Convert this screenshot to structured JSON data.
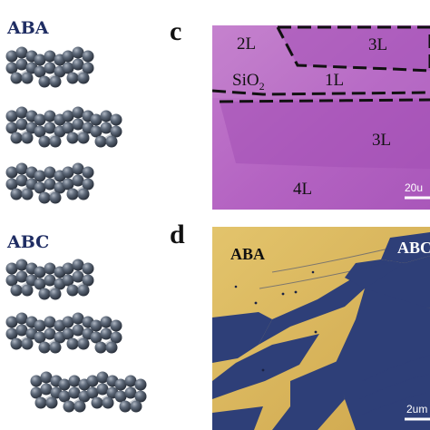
{
  "colors": {
    "title": "#1f2d63",
    "atom": "#4a5563",
    "bond": "#c8ccd2",
    "optical_bg": "#b866c4",
    "boundary": "#111111",
    "raman_gold": "#d8b65c",
    "raman_blue": "#2e3f78"
  },
  "left_panel": {
    "stack_aba_label": "ABA",
    "stack_abc_label": "ABC"
  },
  "panel_c": {
    "letter": "c",
    "labels": {
      "two_layer": "2L",
      "three_layer_top": "3L",
      "substrate": "SiO",
      "substrate_sub": "2",
      "one_layer": "1L",
      "three_layer_mid": "3L",
      "four_layer": "4L"
    },
    "scale_bar_text": "20u"
  },
  "panel_d": {
    "letter": "d",
    "region_aba": "ABA",
    "region_abc": "ABC",
    "scale_bar_text": "2um"
  }
}
